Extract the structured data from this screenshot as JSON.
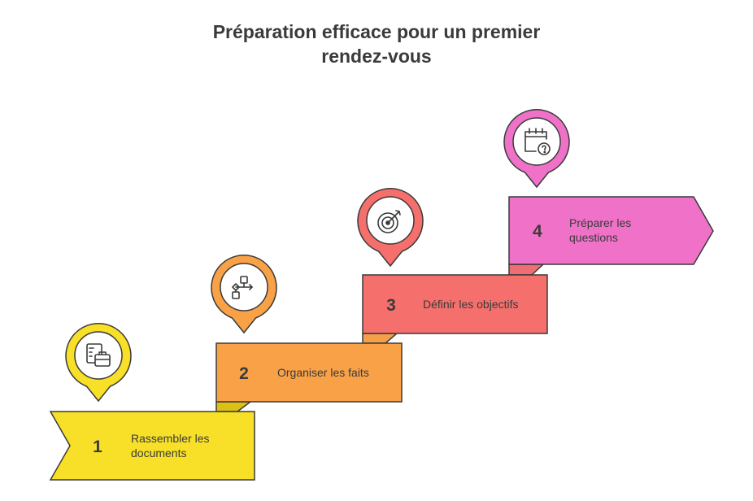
{
  "title": {
    "line1": "Préparation efficace pour un premier",
    "line2": "rendez-vous"
  },
  "steps": [
    {
      "number": "1",
      "label_lines": [
        "Rassembler les",
        "documents"
      ],
      "color": "#f7e027",
      "fold_color": "#ddc014",
      "icon": "documents-briefcase-icon"
    },
    {
      "number": "2",
      "label_lines": [
        "Organiser les faits"
      ],
      "color": "#f9a146",
      "fold_color": "#f7d22a",
      "icon": "flowchart-icon"
    },
    {
      "number": "3",
      "label_lines": [
        "Définir les objectifs"
      ],
      "color": "#f5706c",
      "fold_color": "#f4a04a",
      "icon": "target-arrow-icon"
    },
    {
      "number": "4",
      "label_lines": [
        "Préparer les",
        "questions"
      ],
      "color": "#ef72c8",
      "fold_color": "#ef6e72",
      "icon": "calendar-question-icon"
    }
  ]
}
